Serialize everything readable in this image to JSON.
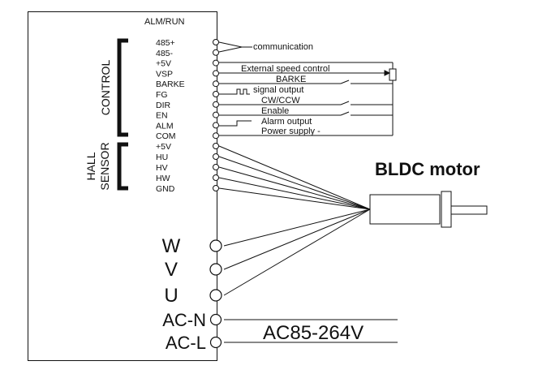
{
  "driver": {
    "status_label": "ALM/RUN"
  },
  "control_group": {
    "label": "CONTROL",
    "pins": [
      "485+",
      "485-",
      "+5V",
      "VSP",
      "BARKE",
      "FG",
      "DIR",
      "EN",
      "ALM",
      "COM"
    ]
  },
  "hall_group": {
    "label_line1": "HALL",
    "label_line2": "SENSOR",
    "pins": [
      "+5V",
      "HU",
      "HV",
      "HW",
      "GND"
    ]
  },
  "phase_pins": [
    "W",
    "V",
    "U"
  ],
  "power_pins": [
    "AC-N",
    "AC-L"
  ],
  "wiring": {
    "communication": "communication",
    "external_speed_control": "External speed control",
    "barke": "BARKE",
    "signal_output": "signal output",
    "cw_ccw": "CW/CCW",
    "enable": "Enable",
    "alarm_output": "Alarm output",
    "power_supply": "Power supply -"
  },
  "motor": {
    "label": "BLDC motor"
  },
  "supply": {
    "label": "AC85-264V"
  },
  "colors": {
    "line": "#111111",
    "background": "#ffffff"
  }
}
